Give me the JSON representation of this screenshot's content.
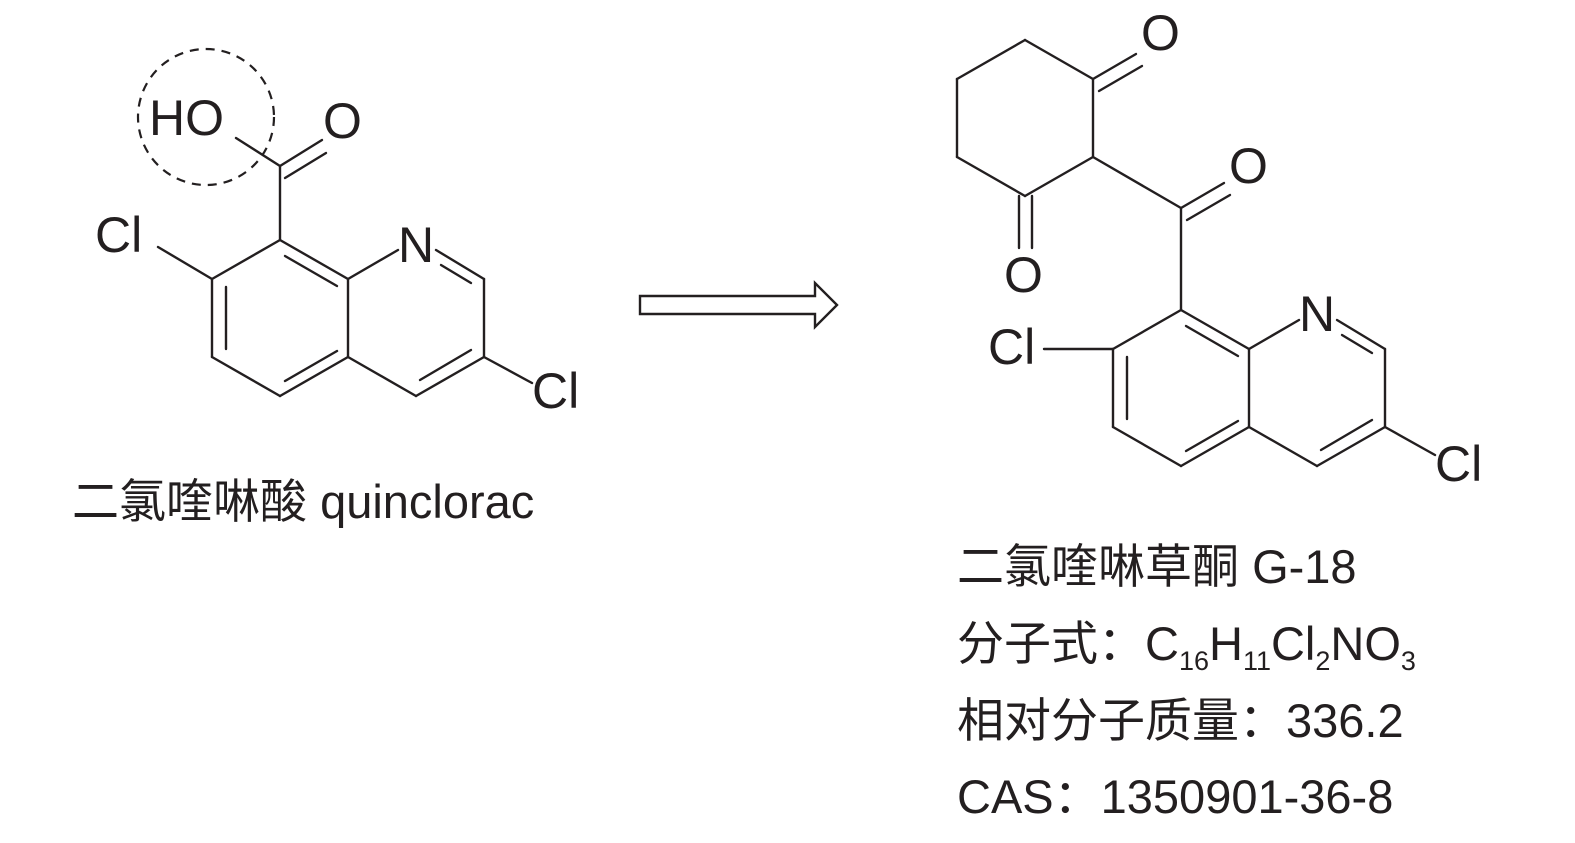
{
  "figure": {
    "reactant": {
      "atom_labels": {
        "hydroxyl": "HO",
        "carbonyl_oxygen": "O",
        "chloro_7": "Cl",
        "ring_nitrogen": "N",
        "chloro_3": "Cl"
      },
      "name_cn": "二氯喹啉酸",
      "name_en": "quinclorac"
    },
    "product": {
      "atom_labels": {
        "ketone_top_oxygen": "O",
        "ketone_bottom_oxygen": "O",
        "acyl_oxygen": "O",
        "chloro_7": "Cl",
        "ring_nitrogen": "N",
        "chloro_3": "Cl"
      },
      "name_cn": "二氯喹啉草酮",
      "code": "G-18",
      "formula_label": "分子式：",
      "formula_parts": {
        "c": "C",
        "c_count": "16",
        "h": "H",
        "h_count": "11",
        "cl": "Cl",
        "cl_count": "2",
        "n": "N",
        "o": "O",
        "o_count": "3"
      },
      "mass_label": "相对分子质量：",
      "mass_value": "336.2",
      "cas_label": "CAS：",
      "cas_value": "1350901-36-8"
    }
  },
  "colors": {
    "ink": "#231f20",
    "background": "#ffffff"
  }
}
